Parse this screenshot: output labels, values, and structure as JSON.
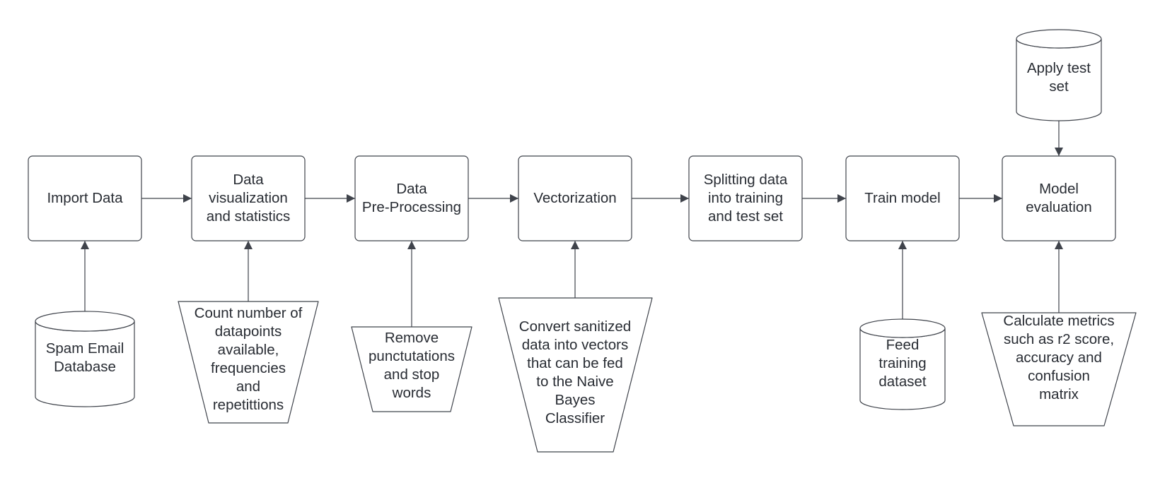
{
  "colors": {
    "stroke": "#3f434b",
    "text": "#282c33",
    "fill": "#ffffff"
  },
  "process_steps": [
    {
      "id": "import",
      "label": "Import Data"
    },
    {
      "id": "visualize",
      "label": "Data\nvisualization\nand statistics"
    },
    {
      "id": "preprocess",
      "label": "Data\nPre-Processing"
    },
    {
      "id": "vectorize",
      "label": "Vectorization"
    },
    {
      "id": "split",
      "label": "Splitting data\ninto training\nand test set"
    },
    {
      "id": "train",
      "label": "Train model"
    },
    {
      "id": "evaluate",
      "label": "Model\nevaluation"
    }
  ],
  "data_stores": [
    {
      "id": "spam-db",
      "label": "Spam Email\nDatabase"
    },
    {
      "id": "feed-training",
      "label": "Feed\ntraining\ndataset"
    },
    {
      "id": "test-set",
      "label": "Apply test\nset"
    }
  ],
  "manual_operations": [
    {
      "id": "count",
      "label": "Count number of\ndatapoints\navailable,\nfrequencies\nand\nrepetittions"
    },
    {
      "id": "remove",
      "label": "Remove\npunctutations\nand stop\nwords"
    },
    {
      "id": "convert",
      "label": "Convert sanitized\ndata into vectors\nthat can be fed\nto the Naive\nBayes\nClassifier"
    },
    {
      "id": "metrics",
      "label": "Calculate metrics\nsuch as r2 score,\naccuracy and\nconfusion\nmatrix"
    }
  ],
  "connections": [
    {
      "from": "import",
      "to": "visualize"
    },
    {
      "from": "visualize",
      "to": "preprocess"
    },
    {
      "from": "preprocess",
      "to": "vectorize"
    },
    {
      "from": "vectorize",
      "to": "split"
    },
    {
      "from": "split",
      "to": "train"
    },
    {
      "from": "train",
      "to": "evaluate"
    },
    {
      "from": "spam-db",
      "to": "import"
    },
    {
      "from": "count",
      "to": "visualize"
    },
    {
      "from": "remove",
      "to": "preprocess"
    },
    {
      "from": "convert",
      "to": "vectorize"
    },
    {
      "from": "feed-training",
      "to": "train"
    },
    {
      "from": "metrics",
      "to": "evaluate"
    },
    {
      "from": "test-set",
      "to": "evaluate"
    }
  ]
}
